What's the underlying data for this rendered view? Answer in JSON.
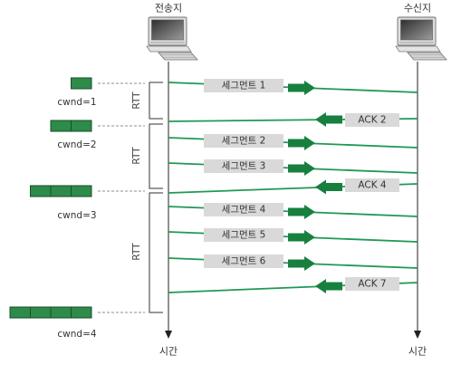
{
  "sender": {
    "title": "전송지",
    "time_label": "시간",
    "icon": "computer-icon"
  },
  "receiver": {
    "title": "수신지",
    "time_label": "시간",
    "icon": "computer-icon"
  },
  "cwnd": [
    {
      "label": "cwnd=1",
      "boxes": 1
    },
    {
      "label": "cwnd=2",
      "boxes": 2
    },
    {
      "label": "cwnd=3",
      "boxes": 3
    },
    {
      "label": "cwnd=4",
      "boxes": 4
    }
  ],
  "rtt_labels": [
    "RTT",
    "RTT",
    "RTT"
  ],
  "messages": [
    {
      "label": "세그먼트 1",
      "direction": "right"
    },
    {
      "label": "ACK 2",
      "direction": "left"
    },
    {
      "label": "세그먼트 2",
      "direction": "right"
    },
    {
      "label": "세그먼트 3",
      "direction": "right"
    },
    {
      "label": "ACK 4",
      "direction": "left"
    },
    {
      "label": "세그먼트 4",
      "direction": "right"
    },
    {
      "label": "세그먼트 5",
      "direction": "right"
    },
    {
      "label": "세그먼트 6",
      "direction": "right"
    },
    {
      "label": "ACK 7",
      "direction": "left"
    }
  ],
  "colors": {
    "line": "#1f9955",
    "arrow": "#17803f",
    "label_bg": "#d9d9d9",
    "dashed": "#8f8f8f",
    "axis": "#222222",
    "text": "#333333",
    "cwnd_box": "#2e8b4a",
    "cwnd_box_border": "#1a4d2b"
  }
}
